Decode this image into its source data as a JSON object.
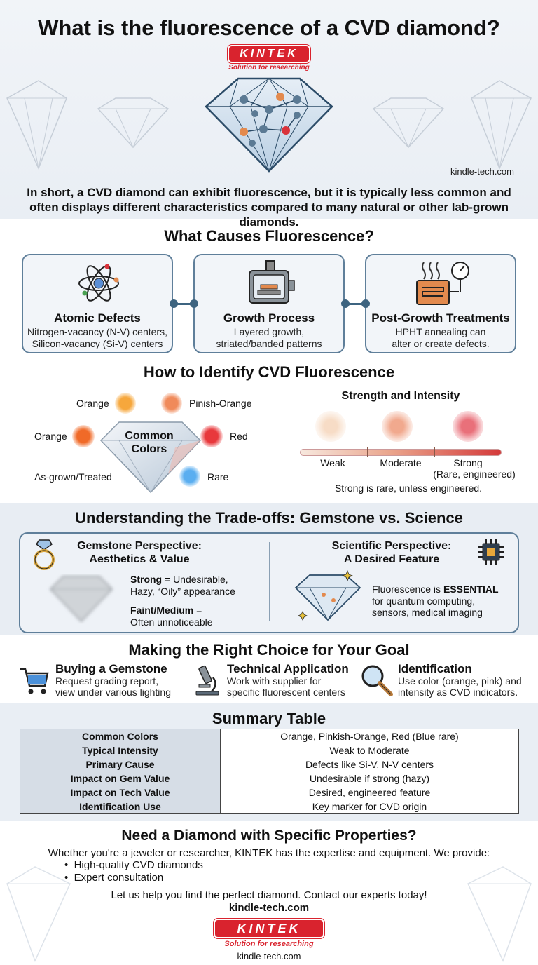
{
  "header": {
    "title": "What is the fluorescence of a CVD diamond?",
    "logo_text": "KINTEK",
    "logo_tagline": "Solution for researching",
    "site": "kindle-tech.com",
    "intro": "In short, a CVD diamond can exhibit fluorescence, but it is typically less common and often displays different characteristics compared to many natural or other lab-grown diamonds."
  },
  "causes": {
    "heading": "What Causes Fluorescence?",
    "items": [
      {
        "icon": "atom-icon",
        "title": "Atomic Defects",
        "desc": "Nitrogen-vacancy (N-V) centers, Silicon-vacancy (Si-V) centers"
      },
      {
        "icon": "reactor-icon",
        "title": "Growth Process",
        "desc": "Layered growth, striated/banded patterns"
      },
      {
        "icon": "heater-gauge-icon",
        "title": "Post-Growth Treatments",
        "desc": "HPHT annealing can alter or create defects."
      }
    ]
  },
  "identify": {
    "heading": "How to Identify CVD Fluorescence",
    "colors": {
      "center_label_1": "Common",
      "center_label_2": "Colors",
      "labels": [
        "Orange",
        "Pinish-Orange",
        "Orange",
        "Red",
        "As-grown/Treated",
        "Rare"
      ],
      "swatches": [
        "#f6a73c",
        "#f08a5a",
        "#f06a28",
        "#e8383c",
        "#f3a44a",
        "#5aaef0"
      ]
    },
    "intensity": {
      "heading": "Strength and Intensity",
      "levels": [
        "Weak",
        "Moderate",
        "Strong"
      ],
      "strong_note": "(Rare, engineered)",
      "footnote": "Strong is rare, unless engineered."
    }
  },
  "tradeoffs": {
    "heading": "Understanding the Trade-offs: Gemstone vs. Science",
    "gemstone": {
      "title_1": "Gemstone Perspective:",
      "title_2": "Aesthetics & Value",
      "strong_label": "Strong",
      "strong_text": " = Undesirable,",
      "strong_text_2": "Hazy, “Oily” appearance",
      "faint_label": "Faint/Medium",
      "faint_text": " =",
      "faint_text_2": "Often unnoticeable"
    },
    "science": {
      "title_1": "Scientific Perspective:",
      "title_2": "A Desired Feature",
      "text_1": "Fluorescence is ",
      "text_bold": "ESSENTIAL",
      "text_2": "for quantum computing,",
      "text_3": "sensors, medical imaging"
    }
  },
  "choices": {
    "heading": "Making the Right Choice for Your Goal",
    "items": [
      {
        "icon": "cart-icon",
        "title": "Buying a Gemstone",
        "line1": "Request grading report,",
        "line2": "view under various lighting"
      },
      {
        "icon": "microscope-icon",
        "title": "Technical Application",
        "line1": "Work with supplier for",
        "line2": "specific fluorescent centers"
      },
      {
        "icon": "magnifier-icon",
        "title": "Identification",
        "line1": "Use color (orange, pink) and",
        "line2": "intensity as CVD indicators."
      }
    ]
  },
  "summary": {
    "heading": "Summary Table",
    "rows": [
      {
        "key": "Common Colors",
        "value": "Orange, Pinkish-Orange, Red (Blue rare)"
      },
      {
        "key": "Typical Intensity",
        "value": "Weak to Moderate"
      },
      {
        "key": "Primary Cause",
        "value": "Defects like Si-V, N-V centers"
      },
      {
        "key": "Impact on Gem Value",
        "value": "Undesirable if strong (hazy)"
      },
      {
        "key": "Impact on Tech Value",
        "value": "Desired, engineered feature"
      },
      {
        "key": "Identification Use",
        "value": "Key marker for CVD origin"
      }
    ]
  },
  "cta": {
    "title": "Need a Diamond with Specific Properties?",
    "text": "Whether you're a jeweler or researcher, KINTEK has the expertise and equipment. We provide:",
    "bullets": [
      "High-quality CVD diamonds",
      "Expert consultation"
    ],
    "call": "Let us help you find the perfect diamond. Contact our experts today!",
    "site": "kindle-tech.com"
  },
  "footer": {
    "logo_text": "KINTEK",
    "logo_tagline": "Solution for researching",
    "site": "kindle-tech.com"
  },
  "colors": {
    "accent": "#d9232e",
    "navy": "#3e6480",
    "panel": "#f2f5f9"
  }
}
